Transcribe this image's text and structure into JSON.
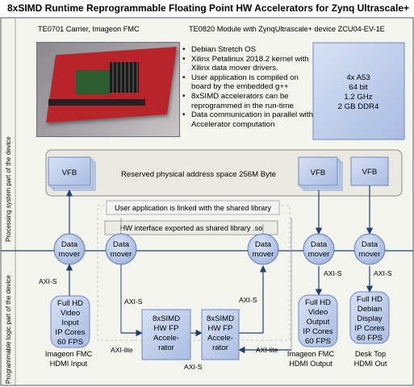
{
  "title": "8xSIMD Runtime Reprogrammable Floating Point HW Accelerators for Zynq Ultrascale+",
  "carrier_label": "TE0701 Carrier, Imageon FMC",
  "module_label": "TE0820 Module with ZynqUltrascale+ device ZCU04-EV-1E",
  "os_bullets": [
    "Debian Stretch OS",
    "Xilinx Petalinux 2018.2 kernel with Xilinx data mover drivers.",
    "User application is compiled on board by the embedded g++",
    "8xSIMD accelerators can be reprogrammed in the run-time",
    "Data communication in parallel with Accelerator computation"
  ],
  "cpu_lines": [
    "4x A53",
    "64 bit",
    "1.2 GHz",
    "2 GB DDR4"
  ],
  "reserved_memory": "Reserved physical address space 256M Byte",
  "vfb_label": "VFB",
  "shared_library": "User application is linked with the shared library",
  "hw_interface": "HW interface exported as shared library .so",
  "side_ps": "Processing system part of the device",
  "side_pl": "Programmable logic part of the device",
  "data_mover": [
    "Data",
    "mover"
  ],
  "axi_s": "AXI-S",
  "axi_lite": "AXI-lite",
  "video_input": {
    "lines": [
      "Full HD",
      "Video",
      "Input",
      "IP Cores",
      "60 FPS"
    ],
    "caption": [
      "Imageon FMC",
      "HDMI Input"
    ]
  },
  "accelerator_lines": [
    "8xSIMD",
    "HW FP",
    "Accele-",
    "rator"
  ],
  "video_output": {
    "lines": [
      "Full HD",
      "Video",
      "Output",
      "IP Cores",
      "60 FPS"
    ],
    "caption": [
      "Imageon FMC",
      "HDMI Output"
    ]
  },
  "debian_display": {
    "lines": [
      "Full HD",
      "Debian",
      "Display",
      "IP Cores",
      "60 FPS"
    ],
    "caption": [
      "Desk Top",
      "HDMI Out"
    ]
  },
  "colors": {
    "panel": "#efefe8",
    "cpu_box": "#b6c7e6",
    "vfb": "#b6c7e6",
    "mover": "#b6c7e6",
    "ipcore": "#d3deef",
    "accent_line": "#2f5597"
  }
}
